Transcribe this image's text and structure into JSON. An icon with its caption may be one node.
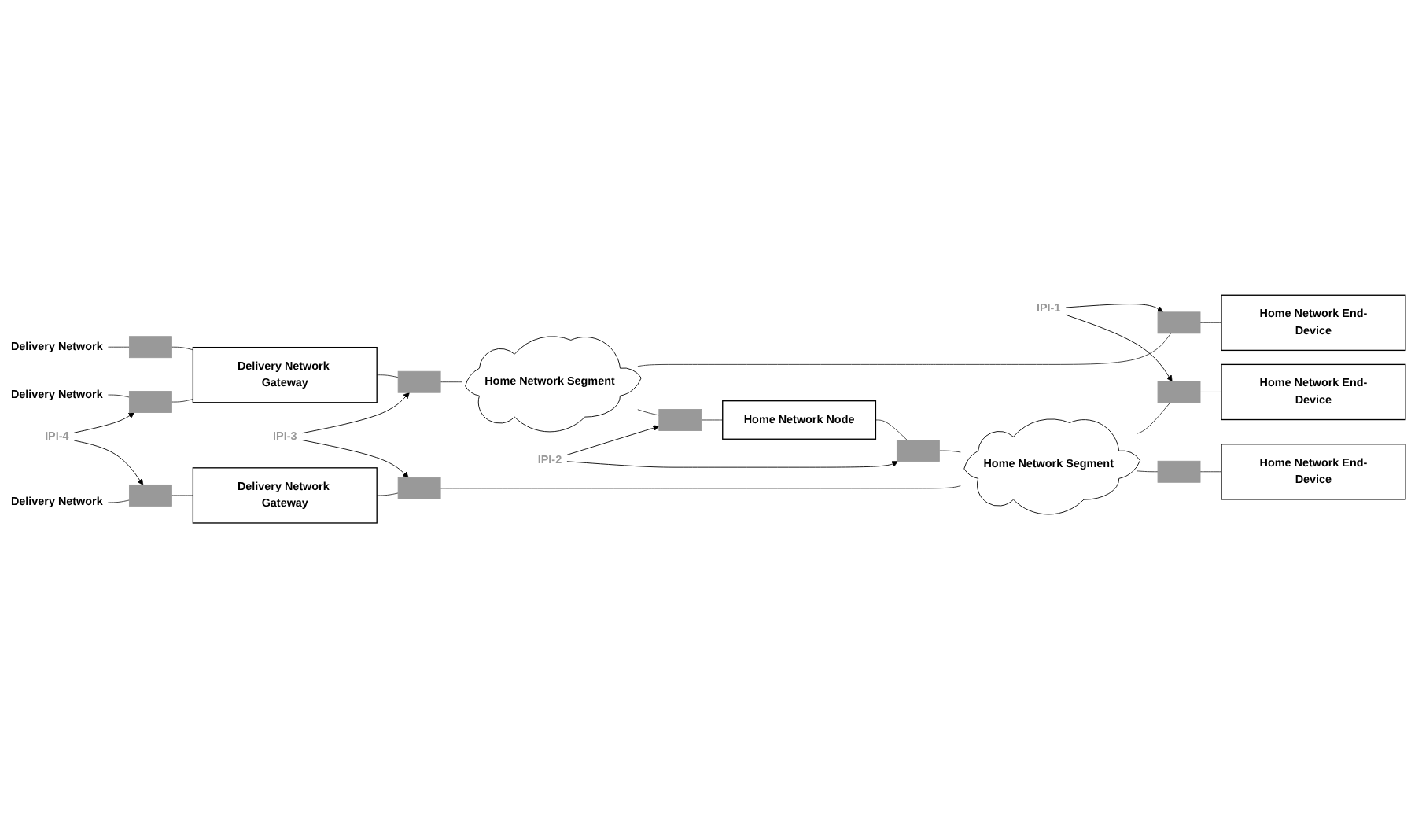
{
  "diagram": {
    "nodes": [
      {
        "text": [
          "Delivery Network"
        ]
      },
      {
        "text": [],
        "shape": "bar"
      },
      {
        "text": [
          "Delivery Network Gateway"
        ]
      },
      {
        "text": [],
        "shape": "bar"
      },
      {
        "text": [
          "Home Network Segment"
        ]
      },
      {
        "text": [],
        "shape": "bar"
      },
      {
        "text": [
          "Home Network End-Device"
        ]
      },
      {
        "text": [
          "Delivery Network"
        ]
      },
      {
        "text": [],
        "shape": "bar"
      },
      {
        "text": [],
        "shape": "bar"
      },
      {
        "text": [
          "IPI-4"
        ]
      },
      {
        "text": [
          "IPI-3"
        ]
      },
      {
        "text": [
          "Home Network Node"
        ]
      },
      {
        "text": [
          "IPI-2"
        ]
      },
      {
        "text": [
          "IPI-1"
        ]
      },
      {
        "text": [],
        "shape": "bar"
      },
      {
        "text": [],
        "shape": "bar"
      },
      {
        "text": [
          "Home Network End-Device"
        ]
      },
      {
        "text": [
          "Delivery Network"
        ]
      },
      {
        "text": [],
        "shape": "bar"
      },
      {
        "text": [
          "Delivery Network Gateway"
        ]
      },
      {
        "text": [],
        "shape": "bar"
      },
      {
        "text": [
          "Home Network Segment"
        ]
      },
      {
        "text": [],
        "shape": "bar"
      },
      {
        "text": [
          "Home Network End-Device"
        ]
      }
    ],
    "edges": [
      {
        "from": 0,
        "to": 1,
        "arrow": "none"
      },
      {
        "from": 1,
        "to": 2,
        "arrow": "none"
      },
      {
        "from": 7,
        "to": 8,
        "arrow": "none"
      },
      {
        "from": 8,
        "to": 2,
        "arrow": "none"
      },
      {
        "from": 2,
        "to": 3,
        "arrow": "none"
      },
      {
        "from": 3,
        "to": 4,
        "arrow": "none"
      },
      {
        "from": 4,
        "to": 5,
        "arrow": "none"
      },
      {
        "from": 5,
        "to": 6,
        "arrow": "none"
      },
      {
        "from": 4,
        "to": 9,
        "arrow": "none"
      },
      {
        "from": 9,
        "to": 12,
        "arrow": "none"
      },
      {
        "from": 12,
        "to": 15,
        "arrow": "none"
      },
      {
        "from": 15,
        "to": 22,
        "arrow": "none"
      },
      {
        "from": 18,
        "to": 19,
        "arrow": "none"
      },
      {
        "from": 19,
        "to": 20,
        "arrow": "none"
      },
      {
        "from": 20,
        "to": 21,
        "arrow": "none"
      },
      {
        "from": 21,
        "to": 22,
        "arrow": "none"
      },
      {
        "from": 22,
        "to": 16,
        "arrow": "none"
      },
      {
        "from": 16,
        "to": 17,
        "arrow": "none"
      },
      {
        "from": 22,
        "to": 23,
        "arrow": "none"
      },
      {
        "from": 23,
        "to": 24,
        "arrow": "none"
      },
      {
        "from": 10,
        "to": 8,
        "arrow": "to"
      },
      {
        "from": 10,
        "to": 19,
        "arrow": "to"
      },
      {
        "from": 11,
        "to": 3,
        "arrow": "to"
      },
      {
        "from": 11,
        "to": 21,
        "arrow": "to"
      },
      {
        "from": 13,
        "to": 9,
        "arrow": "to"
      },
      {
        "from": 13,
        "to": 15,
        "arrow": "to"
      },
      {
        "from": 14,
        "to": 5,
        "arrow": "to"
      },
      {
        "from": 14,
        "to": 16,
        "arrow": "to"
      }
    ]
  }
}
